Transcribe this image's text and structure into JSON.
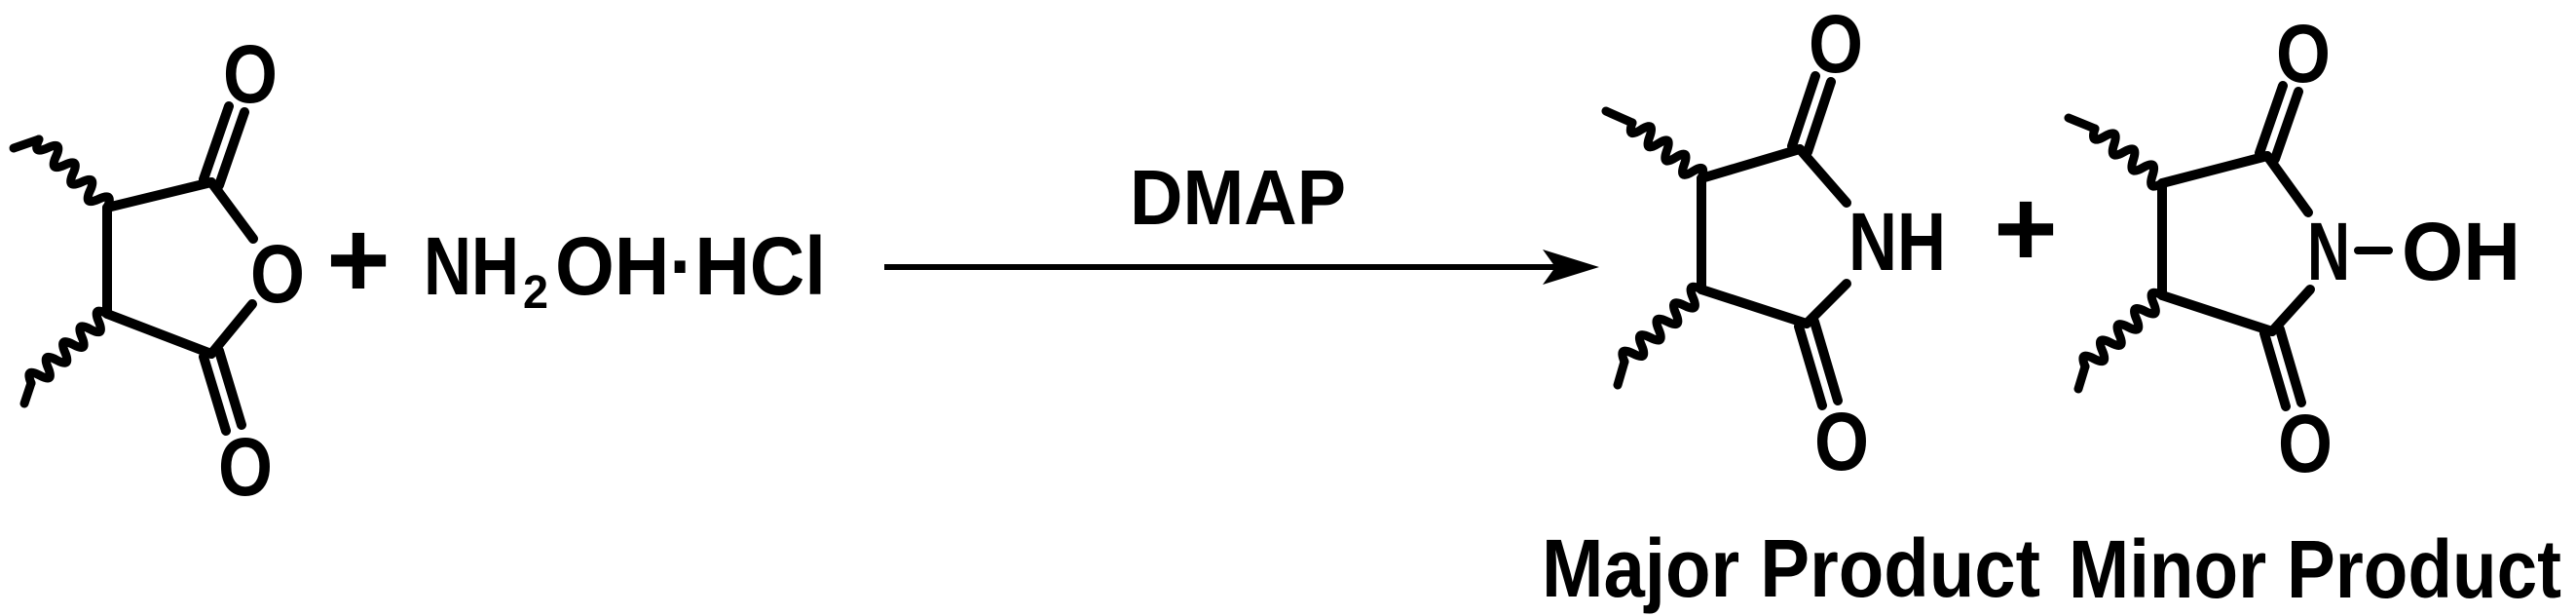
{
  "reaction": {
    "reactant_anhydride": {
      "ring_oxygen_label": "O",
      "carbonyl_top_label": "O",
      "carbonyl_bottom_label": "O"
    },
    "plus_left": "+",
    "reagent": {
      "formula_nh": "NH",
      "formula_subscript": "2",
      "formula_rest": "OH·HCl"
    },
    "arrow": {
      "condition_label": "DMAP"
    },
    "major_product": {
      "nh_label": "NH",
      "carbonyl_top_label": "O",
      "carbonyl_bottom_label": "O",
      "caption": "Major Product"
    },
    "plus_right": "+",
    "minor_product": {
      "n_label": "N",
      "oh_label": "OH",
      "carbonyl_top_label": "O",
      "carbonyl_bottom_label": "O",
      "caption": "Minor Product"
    },
    "colors": {
      "ink": "#000000",
      "background": "#ffffff"
    }
  }
}
